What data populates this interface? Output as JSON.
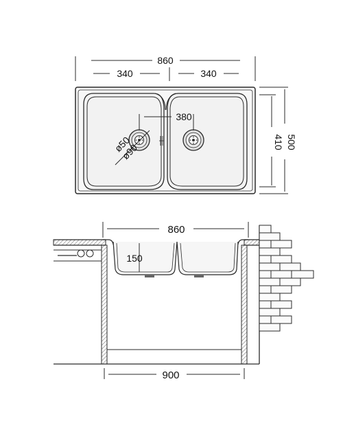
{
  "top_view": {
    "overall_width": "860",
    "bowl_left_width": "340",
    "bowl_right_width": "340",
    "overall_depth": "500",
    "bowl_depth": "410",
    "drain_spacing": "380",
    "drain_outer_diameter": "ø90",
    "drain_inner_diameter": "ø50"
  },
  "side_view": {
    "sink_width": "860",
    "bowl_height": "150",
    "cabinet_width": "900"
  },
  "colors": {
    "line": "#2a2a2a",
    "fill_light": "#f4f4f4",
    "hatch": "#7a7a7a"
  }
}
